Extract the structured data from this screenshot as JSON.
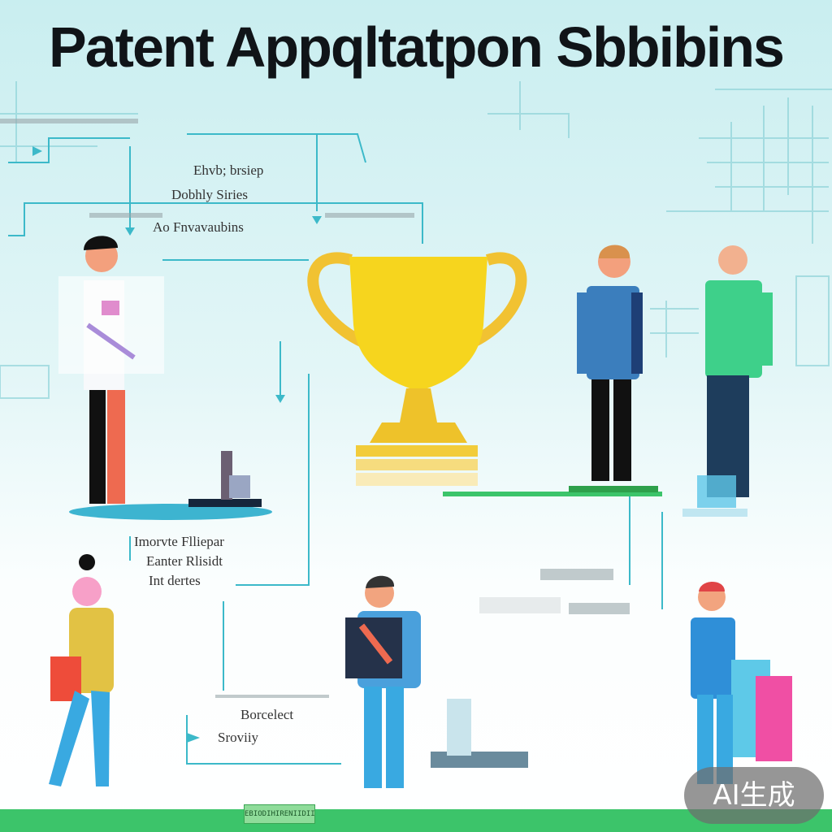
{
  "title": "Patent Appqltatpon Sbbibins",
  "labels": {
    "top_1": "Ehvb; brsiep",
    "top_2": "Dobhly  Siries",
    "top_3": "Ao  Fnvavaubins",
    "mid_1": "Imorvte Flliepar",
    "mid_2": "Eanter Rlisidt",
    "mid_3": "Int dertes",
    "bot_1": "Borcelect",
    "bot_2": "Sroviiy"
  },
  "footer_box": "EBIODIHIRENIIDII",
  "badge": "AI生成",
  "colors": {
    "background_top": "#c9eef0",
    "accent_teal": "#3cb9c9",
    "trophy_gold": "#f6cd1a",
    "green_bar": "#3cc46a"
  }
}
